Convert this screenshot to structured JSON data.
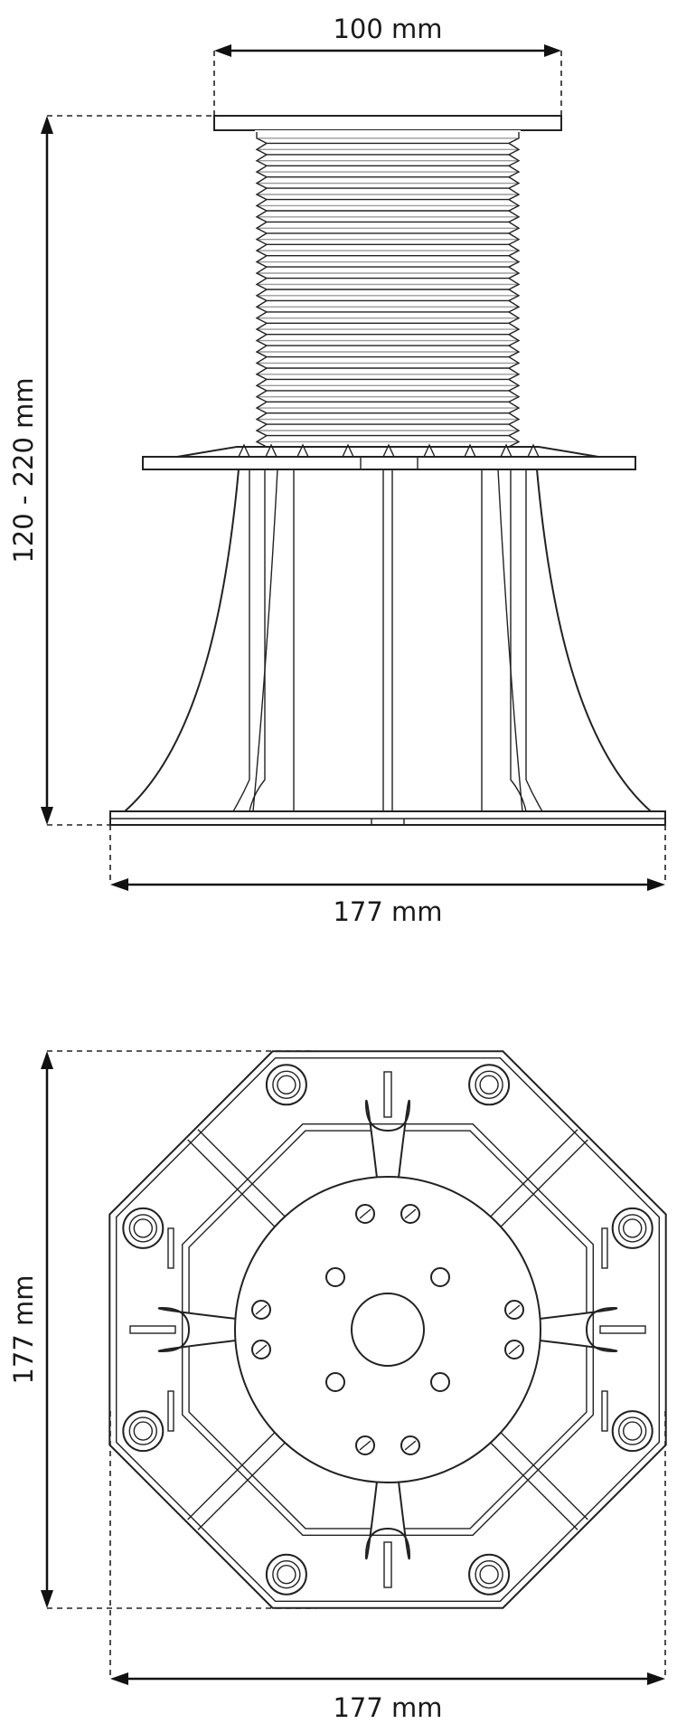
{
  "side_view": {
    "top_width_label": "100 mm",
    "height_label": "120 - 220 mm",
    "base_width_label": "177 mm"
  },
  "top_view": {
    "height_label": "177 mm",
    "width_label": "177 mm"
  },
  "colors": {
    "line": "#222222",
    "background": "#ffffff"
  }
}
